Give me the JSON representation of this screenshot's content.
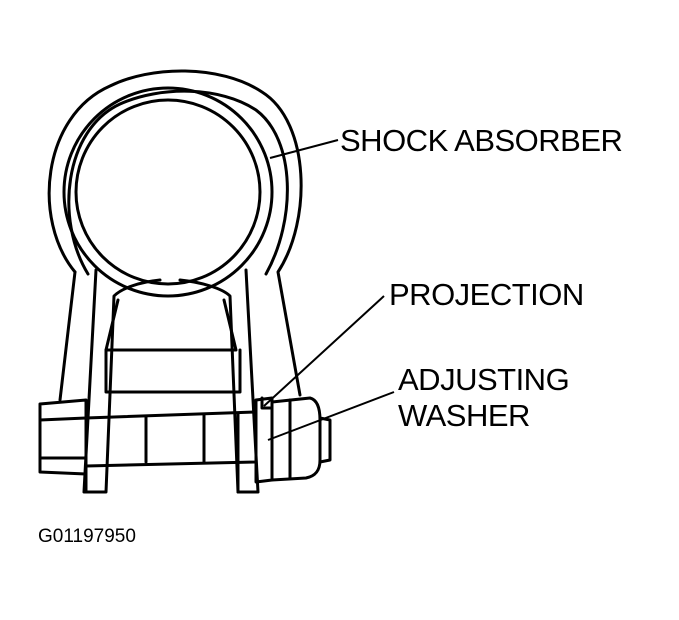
{
  "labels": {
    "shock_absorber": "SHOCK ABSORBER",
    "projection": "PROJECTION",
    "adjusting_washer_line1": "ADJUSTING",
    "adjusting_washer_line2": "WASHER"
  },
  "figure_code": "G01197950",
  "colors": {
    "ink": "#000000",
    "paper": "#ffffff"
  }
}
